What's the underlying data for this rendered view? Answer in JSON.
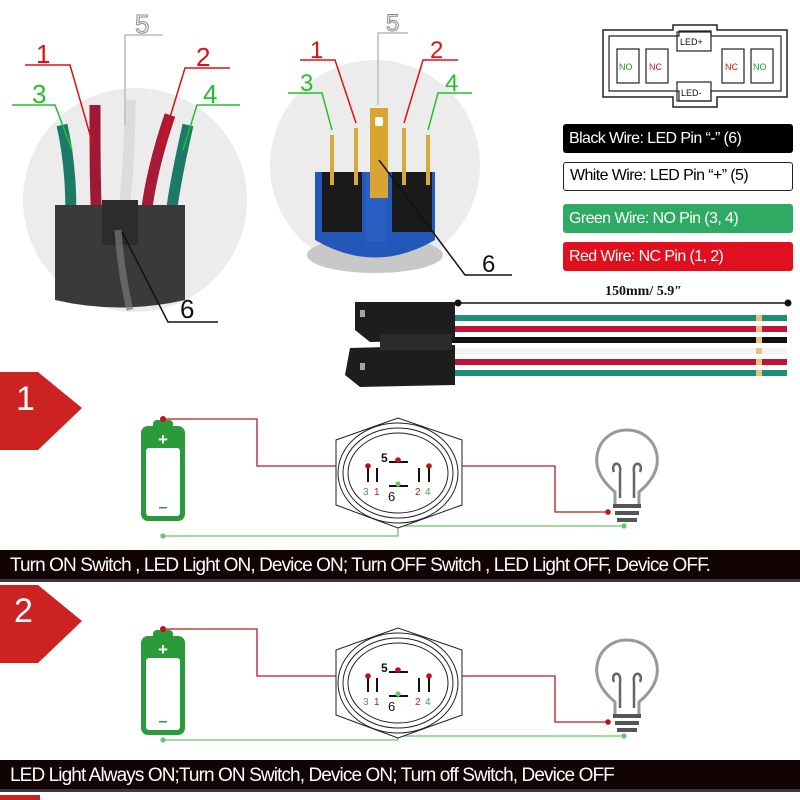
{
  "photo_left": {
    "labels": {
      "pin1": "1",
      "pin2": "2",
      "pin3": "3",
      "pin4": "4",
      "pin5": "5",
      "pin6": "6"
    }
  },
  "photo_right": {
    "labels": {
      "pin1": "1",
      "pin2": "2",
      "pin3": "3",
      "pin4": "4",
      "pin5": "5",
      "pin6": "6"
    }
  },
  "connector_diagram": {
    "led_plus": "LED+",
    "led_minus": "LED-",
    "left_outer": "NO",
    "left_inner": "NC",
    "right_inner": "NC",
    "right_outer": "NO"
  },
  "legend": {
    "black": "Black Wire: LED Pin “-” (6)",
    "white": "White Wire:  LED Pin  “+” (5)",
    "green": "Green Wire: NO Pin (3, 4)",
    "red": "Red Wire:  NC Pin  (1, 2)"
  },
  "harness": {
    "length_label": "150mm/ 5.9″",
    "wire_colors": [
      "#1e8e78",
      "#c0143c",
      "#111111",
      "#f2f2f2",
      "#c0143c",
      "#1e8e78"
    ]
  },
  "colors": {
    "red_wire": "#b01c22",
    "green_wire": "#6cc46c",
    "battery_green": "#2a9a3a",
    "badge_red": "#cc2222",
    "caption_bg": "#120404",
    "label_red": "#e01010",
    "label_green": "#22c02a"
  },
  "steps": [
    {
      "number": "1",
      "caption": "Turn ON Switch , LED Light ON, Device ON; Turn OFF Switch , LED Light OFF, Device OFF.",
      "switch_labels": {
        "p5": "5",
        "p6": "6",
        "p3": "3",
        "p1": "1",
        "p2": "2",
        "p4": "4"
      },
      "battery": {
        "plus": "+",
        "minus": "–"
      }
    },
    {
      "number": "2",
      "caption": "LED Light Always ON;Turn ON Switch, Device ON; Turn off Switch, Device OFF",
      "switch_labels": {
        "p5": "5",
        "p6": "6",
        "p3": "3",
        "p1": "1",
        "p2": "2",
        "p4": "4"
      },
      "battery": {
        "plus": "+",
        "minus": "–"
      }
    }
  ]
}
